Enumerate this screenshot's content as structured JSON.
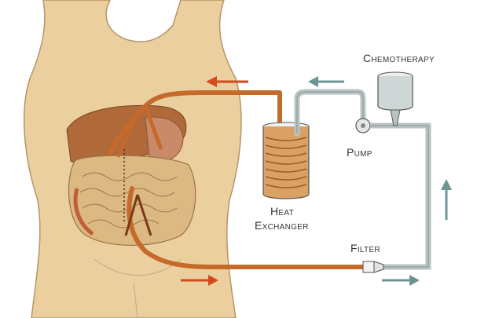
{
  "labels": {
    "chemotherapy": "Chemotherapy",
    "pump": "Pump",
    "heat": "Heat",
    "exchanger": "Exchanger",
    "filter": "Filter"
  },
  "colors": {
    "skin": "#ebcf9f",
    "skin_outline": "#b89466",
    "tube_orange": "#c66a2c",
    "tube_grey": "#b9c3c3",
    "arrow_red": "#d24a1e",
    "arrow_teal": "#6d9494",
    "organ_liver": "#b06a3a",
    "organ_intestine": "#dcb882"
  },
  "icons": [
    "flow-arrow-left-icon",
    "flow-arrow-right-icon",
    "flow-arrow-up-icon"
  ]
}
